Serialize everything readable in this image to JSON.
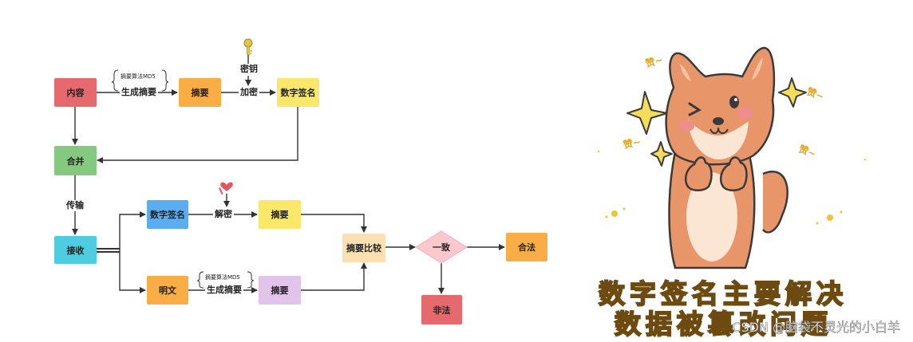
{
  "nodes": {
    "content": {
      "label": "内容",
      "color": "#e5696d"
    },
    "digest_top": {
      "label": "摘要",
      "color": "#fbad45"
    },
    "signature_top": {
      "label": "数字签名",
      "color": "#fbe86a"
    },
    "merge": {
      "label": "合并",
      "color": "#84c97f"
    },
    "receive": {
      "label": "接收",
      "color": "#4ecde0"
    },
    "signature_recv": {
      "label": "数字签名",
      "color": "#5aaef0"
    },
    "digest_decrypted": {
      "label": "摘要",
      "color": "#fbe86a"
    },
    "plaintext": {
      "label": "明文",
      "color": "#fbad45"
    },
    "digest_plain": {
      "label": "摘要",
      "color": "#e2c3ea"
    },
    "compare": {
      "label": "摘要比较",
      "color": "#fde0b2"
    },
    "consistent": {
      "label": "一致",
      "color": "#fbc9cd"
    },
    "valid": {
      "label": "合法",
      "color": "#fbad45"
    },
    "invalid": {
      "label": "非法",
      "color": "#e5696d"
    }
  },
  "edge_labels": {
    "generate_digest_top": "生成摘要",
    "encrypt": "加密",
    "key_top": "密钥",
    "transmit": "传输",
    "decrypt": "解密",
    "generate_digest_bottom": "生成摘要"
  },
  "notes": {
    "algo_top": "摘要算法MD5",
    "algo_bottom": "摘要算法MD5"
  },
  "sticker": {
    "line1": "数字签名主要解决",
    "line2": "数据被篡改问题",
    "praise1": "赞~",
    "praise2": "赞~",
    "praise3": "赞~",
    "praise4": "赞~"
  },
  "watermark": "CSDN @脑袋不灵光的小白羊"
}
